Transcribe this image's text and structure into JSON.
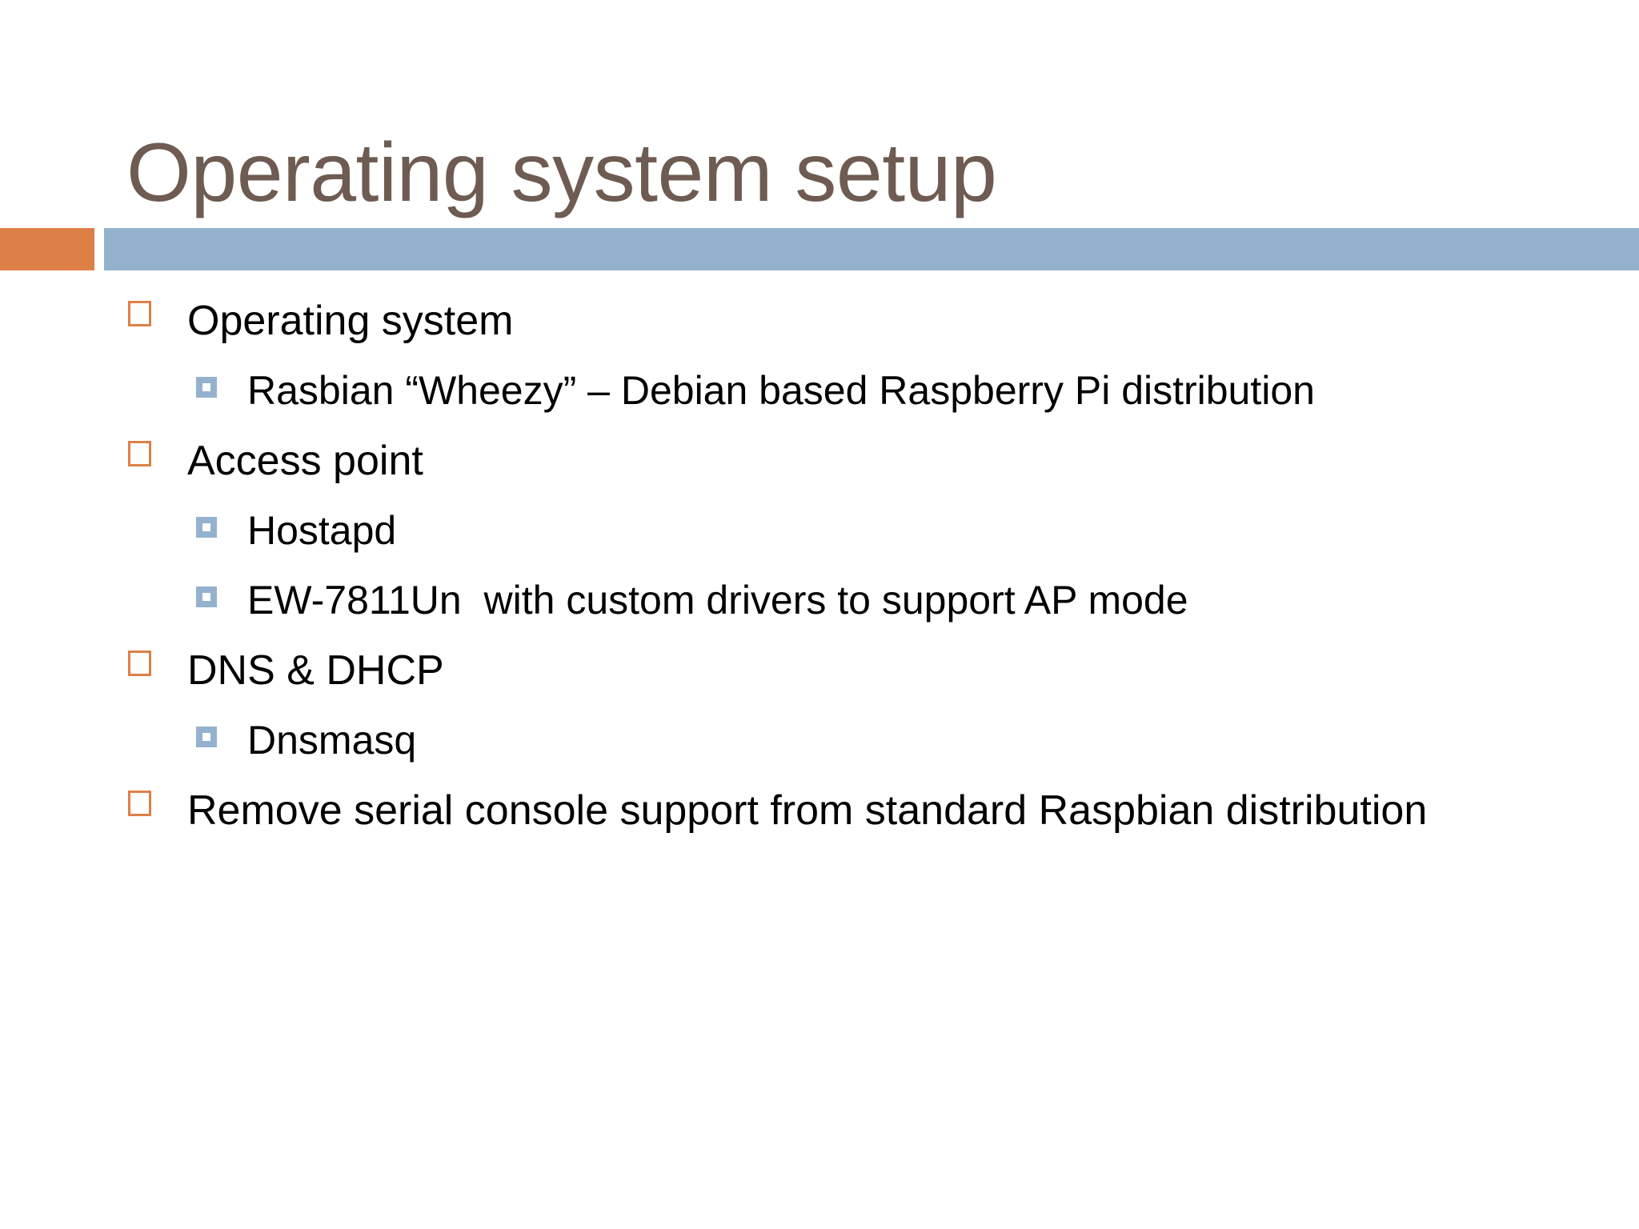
{
  "slide": {
    "title": "Operating system setup",
    "theme": {
      "title_color": "#6E5B51",
      "accent_block_color": "#DD8047",
      "divider_bar_color": "#94B2CE",
      "level1_bullet_color": "#DD8047",
      "level2_bullet_color": "#94B2CE",
      "body_text_color": "#000000",
      "background_color": "#FFFFFF"
    },
    "bullets": [
      {
        "level": 1,
        "marker": "square-outline-icon",
        "text": "Operating system"
      },
      {
        "level": 2,
        "marker": "square-filled-icon",
        "text": "Rasbian “Wheezy” – Debian based Raspberry Pi distribution"
      },
      {
        "level": 1,
        "marker": "square-outline-icon",
        "text": "Access point"
      },
      {
        "level": 2,
        "marker": "square-filled-icon",
        "text": "Hostapd"
      },
      {
        "level": 2,
        "marker": "square-filled-icon",
        "text": "EW-7811Un  with custom drivers to support AP mode"
      },
      {
        "level": 1,
        "marker": "square-outline-icon",
        "text": "DNS & DHCP"
      },
      {
        "level": 2,
        "marker": "square-filled-icon",
        "text": "Dnsmasq"
      },
      {
        "level": 1,
        "marker": "square-outline-icon",
        "text": "Remove serial console support from standard Raspbian distribution"
      }
    ]
  }
}
